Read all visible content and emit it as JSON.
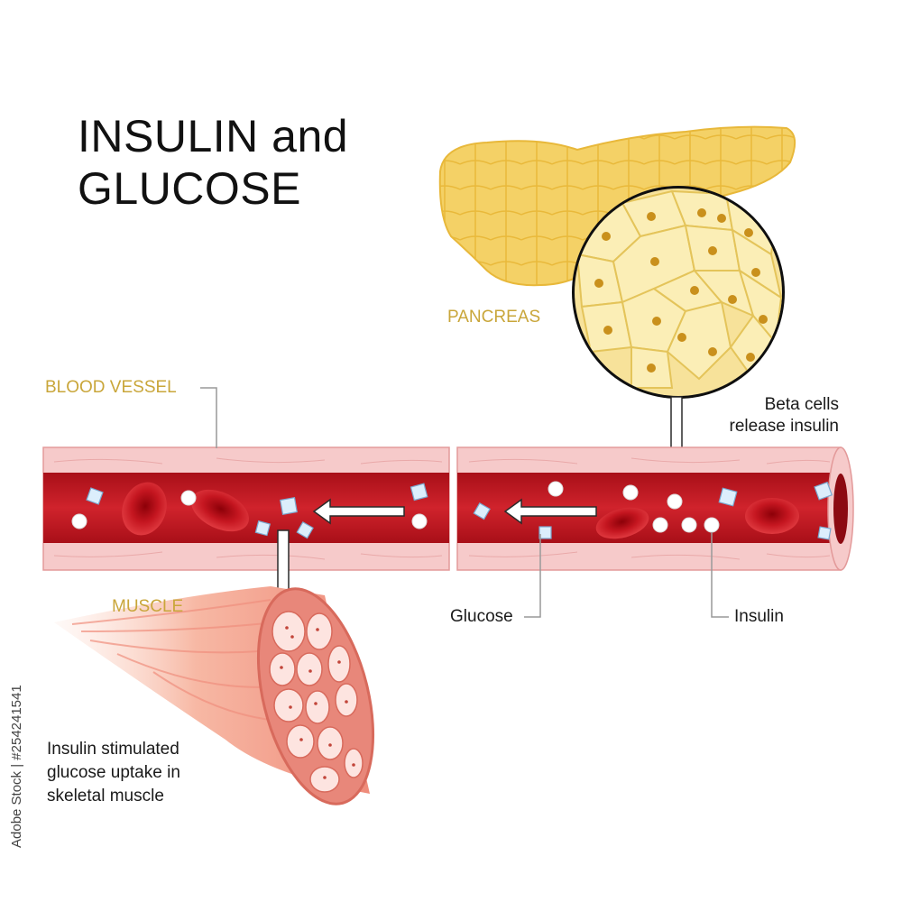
{
  "title": {
    "line1": "INSULIN and",
    "line2": "GLUCOSE"
  },
  "labels": {
    "pancreas": "PANCREAS",
    "blood_vessel": "BLOOD VESSEL",
    "muscle": "MUSCLE",
    "beta_cells_line1": "Beta cells",
    "beta_cells_line2": "release insulin",
    "glucose": "Glucose",
    "insulin": "Insulin",
    "muscle_note_line1": "Insulin stimulated",
    "muscle_note_line2": "glucose uptake in",
    "muscle_note_line3": "skeletal muscle"
  },
  "stock_id": "Adobe Stock | #254241541",
  "colors": {
    "pancreas": "#f3cf57",
    "vessel_wall": "#f5c7c7",
    "blood": "#c8141e",
    "red_cell": "#b80d16",
    "label_gold": "#c9a63a",
    "muscle": "#f2a08e"
  }
}
